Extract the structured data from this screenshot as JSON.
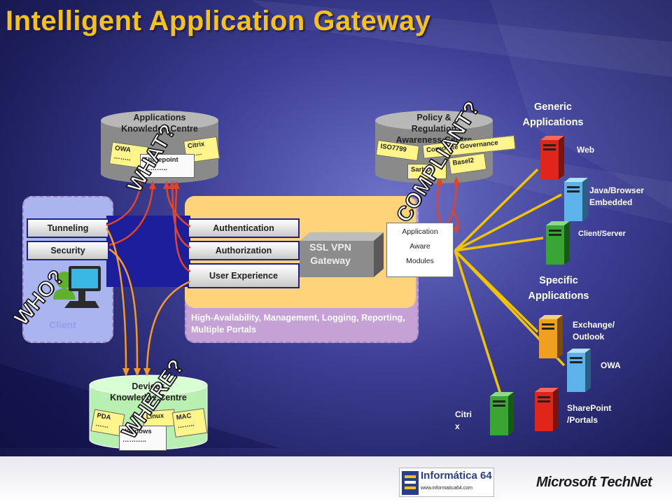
{
  "title": "Intelligent Application Gateway",
  "client_panel": {
    "label": "Client",
    "tunneling": "Tunneling",
    "security": "Security"
  },
  "core": {
    "authentication": "Authentication",
    "authorization": "Authorization",
    "user_experience": "User Experience",
    "ha_text": "High-Availability, Management, Logging, Reporting, Multiple Portals",
    "gateway_line1": "SSL VPN",
    "gateway_line2": "Gateway",
    "modules": [
      "Application",
      "Aware",
      "Modules"
    ]
  },
  "applications_kc": {
    "title_line1": "Applications",
    "title_line2": "Knowledge Centre",
    "notes": [
      "OWA",
      "……..",
      "Citrix",
      "……",
      "Sharepoint",
      "……….."
    ]
  },
  "policy_kc": {
    "title_line1": "Policy &",
    "title_line2": "Regulation",
    "title_line3": "Awareness Centre",
    "notes": [
      "ISO7799",
      "Corporate Governance",
      "SarbOx",
      "Basel2"
    ]
  },
  "devices_kc": {
    "title_line1": "Devices",
    "title_line2": "Knowledge Centre",
    "notes": [
      "PDA",
      "……",
      "Linux",
      "MAC",
      "……..",
      "Windows",
      "……….."
    ]
  },
  "questions": {
    "what": "WHAT?",
    "compliant": "COMPLIANT?",
    "who": "WHO?",
    "where": "WHERE?"
  },
  "generic": {
    "title_line1": "Generic",
    "title_line2": "Applications",
    "web": "Web",
    "java_line1": "Java/Browser",
    "java_line2": "Embedded",
    "client_server": "Client/Server"
  },
  "specific": {
    "title_line1": "Specific",
    "title_line2": "Applications",
    "exchange_line1": "Exchange/",
    "exchange_line2": "Outlook",
    "owa": "OWA",
    "sharepoint_line1": "SharePoint",
    "sharepoint_line2": "/Portals",
    "citrix_line1": "Citri",
    "citrix_line2": "x"
  },
  "footer": {
    "informatica": "Informática 64",
    "informatica_url": "www.informatica64.com",
    "technet": "Microsoft TechNet"
  },
  "colors": {
    "title": "#f4c21a",
    "arrow_red": "#e0442a",
    "arrow_orange": "#f39a2b",
    "gold_line": "#f2c400",
    "server_red": "#e0261a",
    "server_blue": "#5db2ea",
    "server_green": "#3aa534",
    "server_orange": "#f0a020"
  }
}
